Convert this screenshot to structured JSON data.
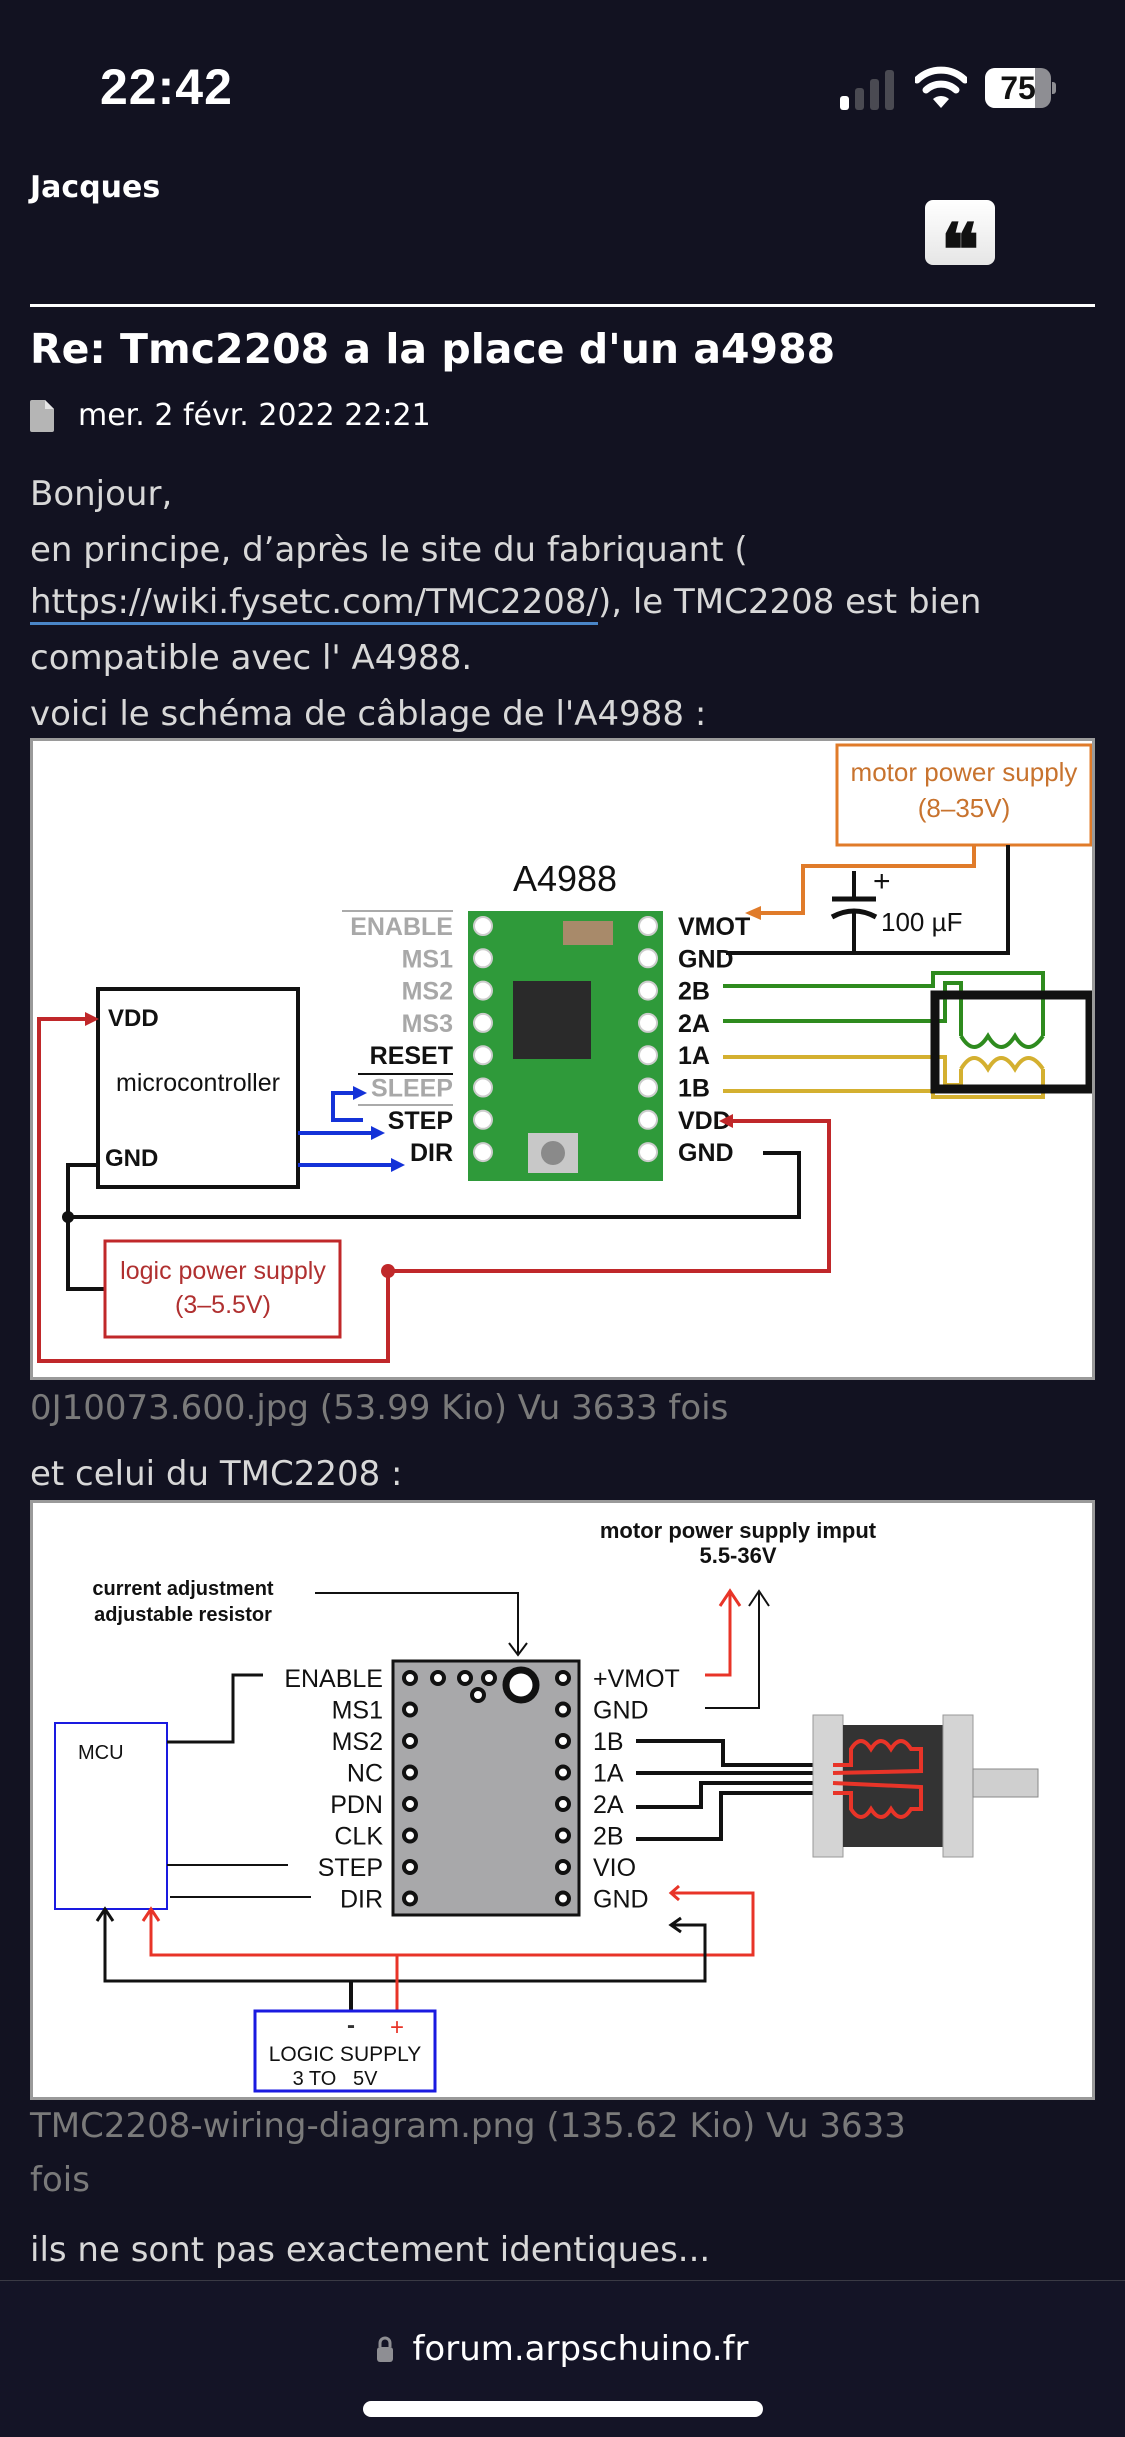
{
  "status_bar": {
    "time": "22:42",
    "battery_level": 75,
    "battery_label": "75",
    "signal_bars_active": 1,
    "signal_bars_total": 4,
    "icons": [
      "cellular-signal-icon",
      "wifi-icon",
      "battery-icon"
    ]
  },
  "post": {
    "author": "Jacques",
    "quote_button_label": "❝",
    "title": "Re: Tmc2208 a la place d'un a4988",
    "meta_icon": "file-icon",
    "date": "mer. 2 févr. 2022 22:21",
    "body": {
      "line1": "Bonjour,",
      "line2": "en principe, d’après le site du fabriquant (",
      "link_text": "https://wiki.fysetc.com/TMC2208/",
      "line3_after_link": "), le TMC2208 est bien",
      "line4": "compatible avec l' A4988.",
      "line5": "voici le schéma de câblage de l'A4988 :",
      "line6": "et celui du TMC2208 :",
      "line7": "ils ne sont pas exactement identiques..."
    },
    "attachments": [
      {
        "caption": "0J10073.600.jpg (53.99 Kio) Vu 3633 fois",
        "diagram": {
          "chip_title": "A4988",
          "left_pins": [
            "ENABLE",
            "MS1",
            "MS2",
            "MS3",
            "RESET",
            "SLEEP",
            "STEP",
            "DIR"
          ],
          "right_pins": [
            "VMOT",
            "GND",
            "2B",
            "2A",
            "1A",
            "1B",
            "VDD",
            "GND"
          ],
          "mcu_label": "microcontroller",
          "mcu_vdd": "VDD",
          "mcu_gnd": "GND",
          "motor_supply_line1": "motor power supply",
          "motor_supply_line2": "(8–35V)",
          "capacitor_label": "100 µF",
          "capacitor_plus": "+",
          "logic_supply_line1": "logic power supply",
          "logic_supply_line2": "(3–5.5V)"
        }
      },
      {
        "caption_line1": "TMC2208-wiring-diagram.png (135.62 Kio) Vu 3633",
        "caption_line2": "fois",
        "diagram": {
          "current_adj_line1": "current adjustment",
          "current_adj_line2": "adjustable resistor",
          "motor_supply_line1": "motor power supply imput",
          "motor_supply_line2": "5.5-36V",
          "mcu_label": "MCU",
          "left_pins": [
            "ENABLE",
            "MS1",
            "MS2",
            "NC",
            "PDN",
            "CLK",
            "STEP",
            "DIR"
          ],
          "right_pins": [
            "+VMOT",
            "GND",
            "1B",
            "1A",
            "2A",
            "2B",
            "VIO",
            "GND"
          ],
          "logic_supply_minus": "-",
          "logic_supply_plus": "+",
          "logic_supply_line1": "LOGIC SUPPLY",
          "logic_supply_line2": "3 TO   5V"
        }
      }
    ]
  },
  "browser": {
    "url": "forum.arpschuino.fr",
    "lock_icon": "lock-icon"
  },
  "colors": {
    "background": "#121221",
    "link_underline": "#4a86c8",
    "caption_gray": "#7a7a7a",
    "a4988_orange": "#e07b2a",
    "a4988_red": "#c0282a",
    "a4988_blue": "#1432d8",
    "coil_green": "#2e8b1e",
    "coil_yellow": "#d4b030",
    "tmc_red": "#e83428",
    "tmc_blue": "#1a1ae0"
  }
}
